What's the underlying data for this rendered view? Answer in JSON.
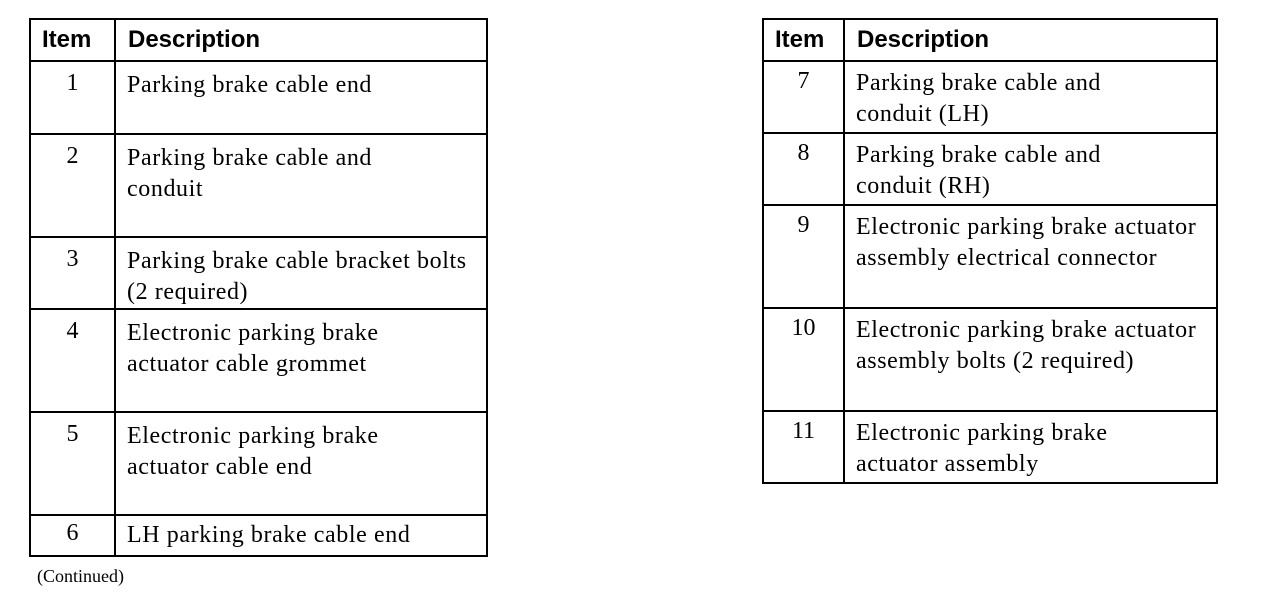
{
  "header": {
    "item": "Item",
    "description": "Description"
  },
  "left_table": {
    "rows": [
      {
        "item": "1",
        "description": "Parking brake cable end"
      },
      {
        "item": "2",
        "description": "Parking brake cable and conduit"
      },
      {
        "item": "3",
        "description": "Parking brake cable bracket bolts (2 required)"
      },
      {
        "item": "4",
        "description": "Electronic parking brake actuator cable grommet"
      },
      {
        "item": "5",
        "description": "Electronic parking brake actuator cable end"
      },
      {
        "item": "6",
        "description": "LH parking brake cable end"
      }
    ]
  },
  "right_table": {
    "rows": [
      {
        "item": "7",
        "description": "Parking brake cable and conduit (LH)"
      },
      {
        "item": "8",
        "description": "Parking brake cable and conduit (RH)"
      },
      {
        "item": "9",
        "description": "Electronic parking brake actuator assembly electrical connector"
      },
      {
        "item": "10",
        "description": "Electronic parking brake actuator assembly bolts (2 required)"
      },
      {
        "item": "11",
        "description": "Electronic parking brake actuator assembly"
      }
    ]
  },
  "footer": {
    "continued": "(Continued)"
  }
}
